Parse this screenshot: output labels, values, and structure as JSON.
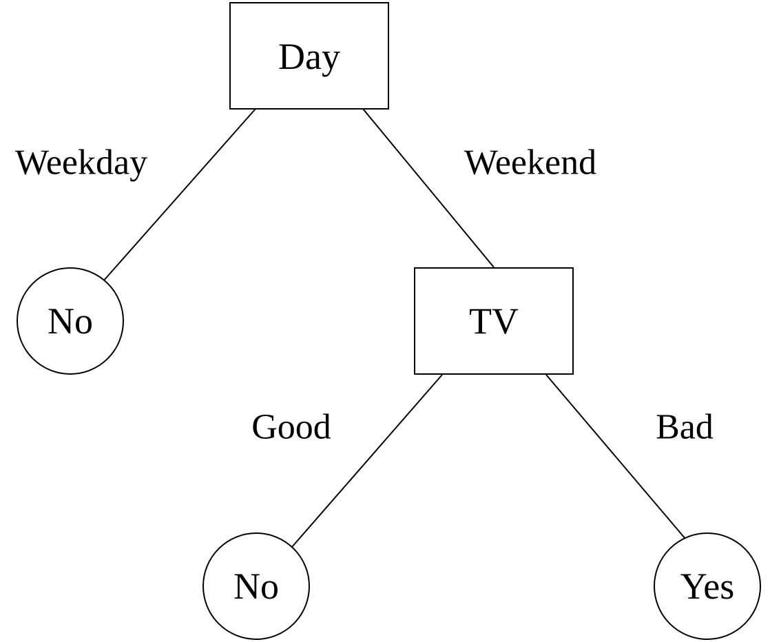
{
  "nodes": {
    "root": {
      "label": "Day",
      "shape": "box"
    },
    "leaf_weekday": {
      "label": "No",
      "shape": "circle"
    },
    "tv": {
      "label": "TV",
      "shape": "box"
    },
    "leaf_good": {
      "label": "No",
      "shape": "circle"
    },
    "leaf_bad": {
      "label": "Yes",
      "shape": "circle"
    }
  },
  "edges": {
    "day_weekday": {
      "from": "Day",
      "to": "No",
      "label": "Weekday"
    },
    "day_weekend": {
      "from": "Day",
      "to": "TV",
      "label": "Weekend"
    },
    "tv_good": {
      "from": "TV",
      "to": "No",
      "label": "Good"
    },
    "tv_bad": {
      "from": "TV",
      "to": "Yes",
      "label": "Bad"
    }
  }
}
